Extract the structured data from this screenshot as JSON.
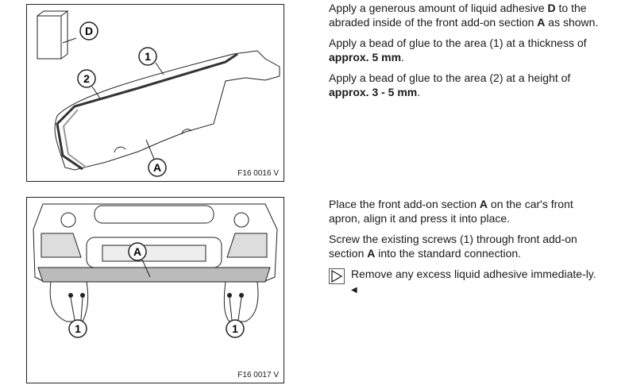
{
  "figure1": {
    "code": "F16 0016 V",
    "callouts": [
      "D",
      "1",
      "2",
      "A"
    ]
  },
  "figure2": {
    "code": "F16 0017 V",
    "callouts": [
      "A",
      "1",
      "1"
    ]
  },
  "step1": {
    "p1": [
      "Apply a generous amount of liquid adhesive ",
      "D",
      " to the abraded inside of the front add-on section ",
      "A",
      " as shown."
    ],
    "p2": [
      "Apply a bead of glue to the area (1) at a thickness of ",
      "approx. 5 mm",
      "."
    ],
    "p3": [
      "Apply a bead of glue to the area (2) at a height of ",
      "approx. 3 - 5 mm",
      "."
    ]
  },
  "step2": {
    "p1": [
      "Place the front add-on section ",
      "A",
      " on the car's front apron, align it and press it into place."
    ],
    "p2": [
      "Screw the existing screws (1) through front add-on section ",
      "A",
      " into the standard connection."
    ],
    "note": "Remove any excess liquid adhesive immediate-ly.",
    "note_end": "◀"
  }
}
